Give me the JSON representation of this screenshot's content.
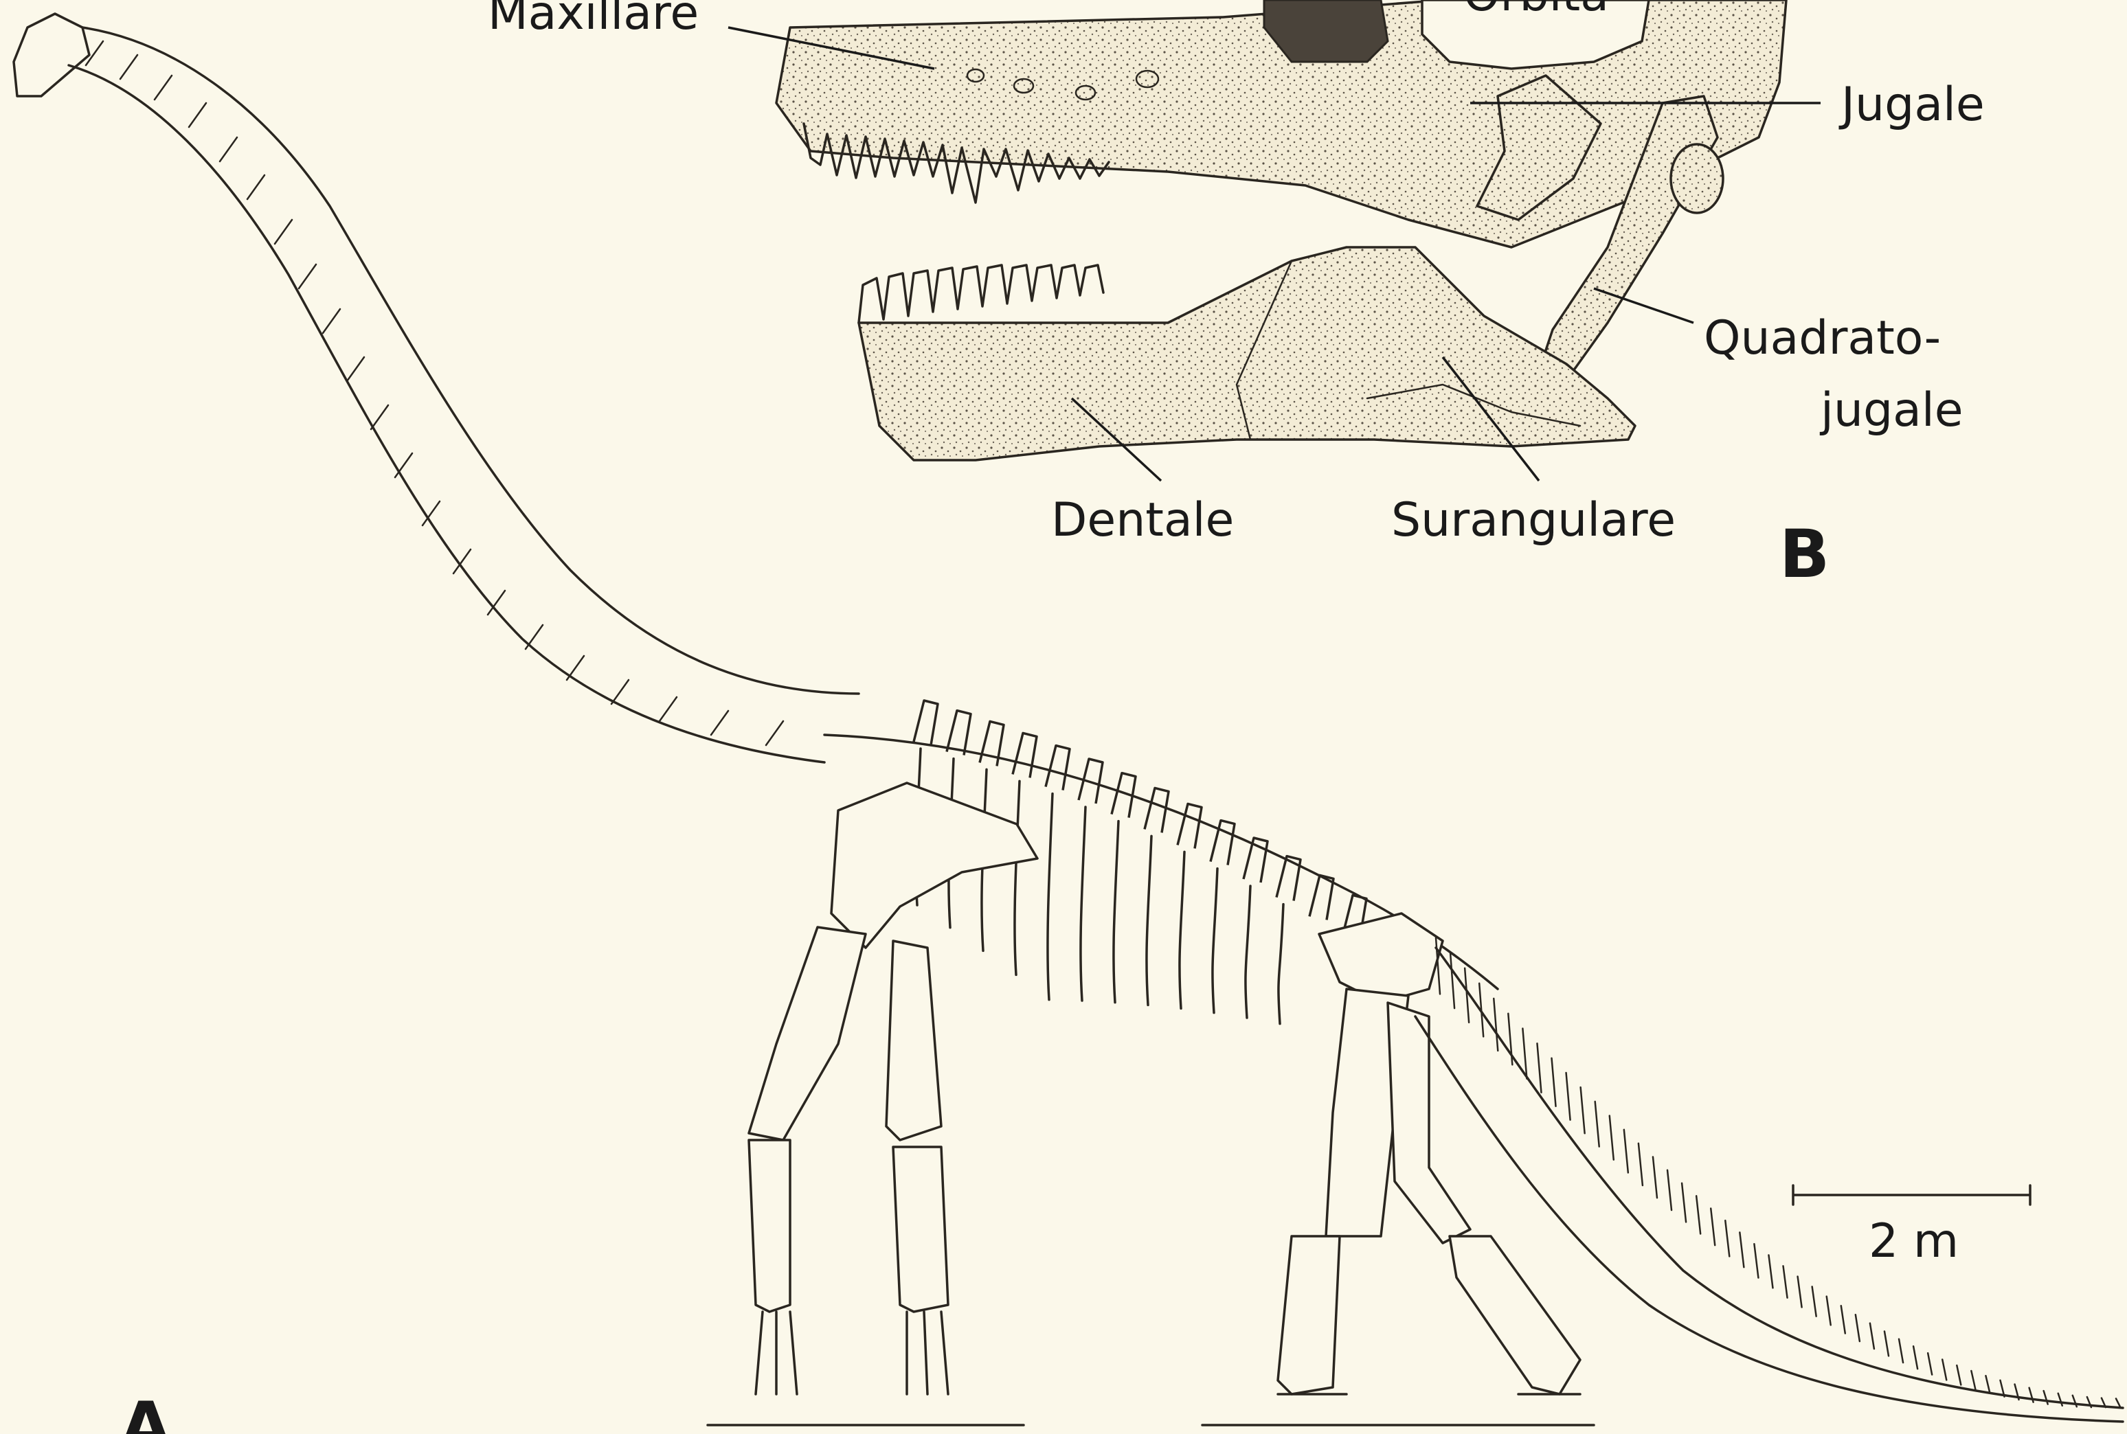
{
  "figure": {
    "panels": {
      "a": "A",
      "b": "B"
    },
    "skull_labels": {
      "maxillare": "Maxillare",
      "orbita": "Orbita",
      "jugale": "Jugale",
      "quadratojugale_line1": "Quadrato-",
      "quadratojugale_line2": "jugale",
      "dentale": "Dentale",
      "surangulare": "Surangulare"
    },
    "scale_bar": {
      "label": "2 m",
      "value_m": 2
    }
  }
}
